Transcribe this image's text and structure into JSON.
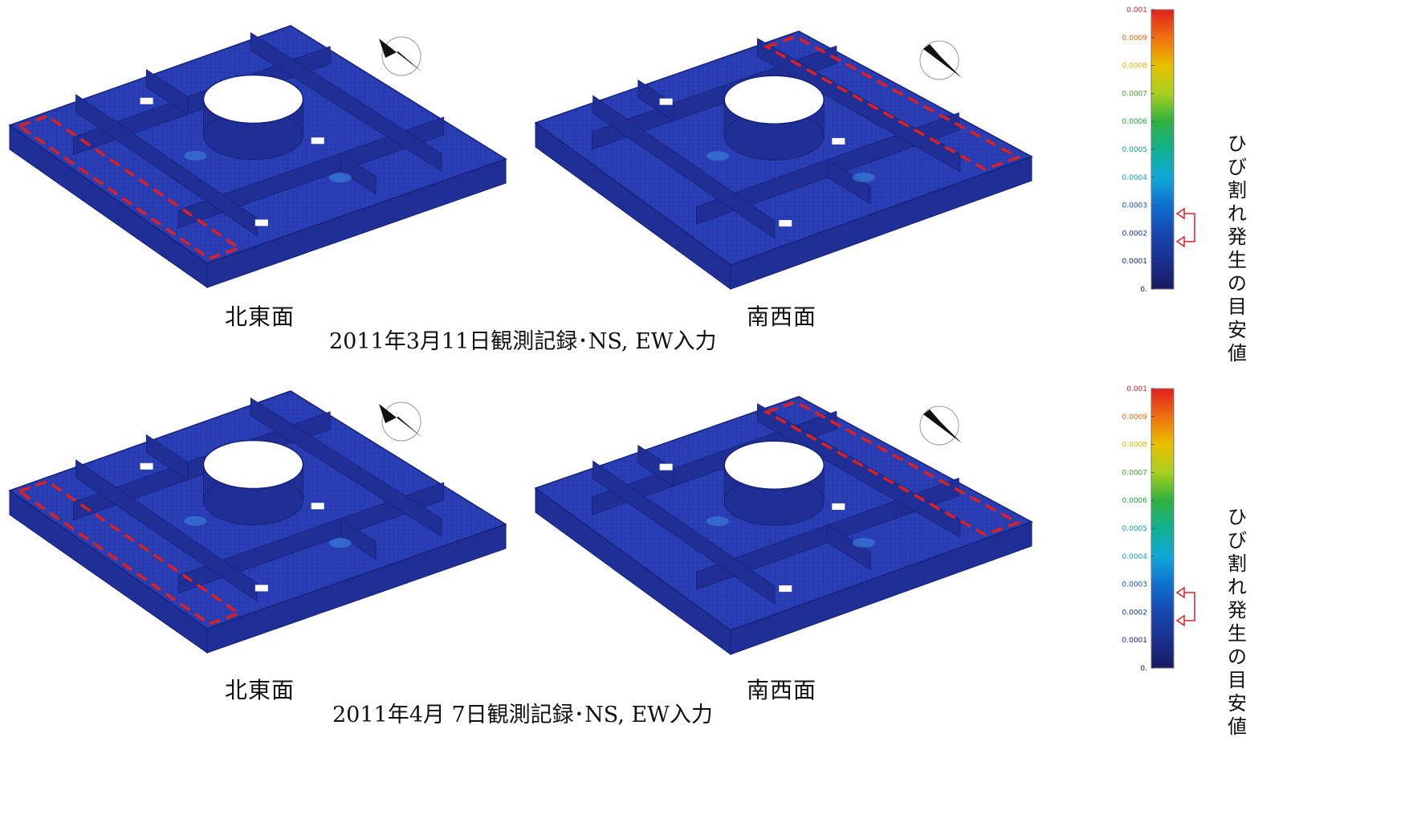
{
  "colorbar": {
    "ticks": [
      "0.001",
      "0.0009",
      "0.0008",
      "0.0007",
      "0.0006",
      "0.0005",
      "0.0004",
      "0.0003",
      "0.0002",
      "0.0001",
      "0."
    ],
    "tick_colors": [
      "#e02020",
      "#e86010",
      "#c8c000",
      "#40a030",
      "#20a040",
      "#10a080",
      "#10a0c0",
      "#1050c0",
      "#1030a0",
      "#102090",
      "#101050"
    ],
    "side_label": "ひび割れ発生の目安値",
    "marker_color": "#e02020"
  },
  "colors": {
    "model_top": "#2a3fb5",
    "model_side": "#1f2f95",
    "model_edge": "#16227a",
    "hot_spot": "#3a7ad8",
    "highlight_box": "#e02020",
    "background": "#ffffff"
  },
  "panels": [
    {
      "caption": "2011年3月11日観測記録･NS, EW入力",
      "views": [
        {
          "label": "北東面",
          "orientation": "compass-arrow-icon"
        },
        {
          "label": "南西面",
          "orientation": "compass-arrow-icon"
        }
      ]
    },
    {
      "caption": "2011年4月 7日観測記録･NS, EW入力",
      "views": [
        {
          "label": "北東面",
          "orientation": "compass-arrow-icon"
        },
        {
          "label": "南西面",
          "orientation": "compass-arrow-icon"
        }
      ]
    }
  ]
}
